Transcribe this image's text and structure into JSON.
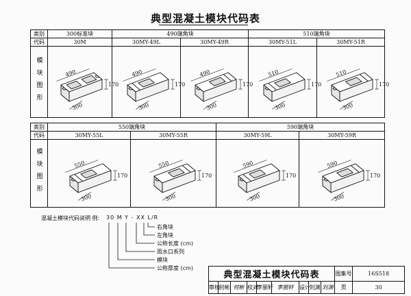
{
  "page_title": "典型混凝土模块代码表",
  "row_labels": {
    "category": "类别",
    "code": "代码",
    "figure": "模块图形"
  },
  "table1": {
    "groups": [
      "300标准块",
      "490端角块",
      "510端角块"
    ],
    "codes": [
      "30M",
      "30MY-49L",
      "30MY-49R",
      "30MY-51L",
      "30MY-51R"
    ],
    "figures": [
      {
        "len": "490",
        "wid": "300",
        "h": "170"
      },
      {
        "len": "490",
        "wid": "300",
        "h": "170"
      },
      {
        "len": "490",
        "wid": "300",
        "h": "170"
      },
      {
        "len": "510",
        "wid": "300",
        "h": "170"
      },
      {
        "len": "510",
        "wid": "300",
        "h": "170"
      }
    ]
  },
  "table2": {
    "groups": [
      "550端角块",
      "590端角块"
    ],
    "codes": [
      "30MY-55L",
      "30MY-55R",
      "30MY-59L",
      "30MY-59R"
    ],
    "figures": [
      {
        "len": "550",
        "wid": "300",
        "h": "170"
      },
      {
        "len": "550",
        "wid": "300",
        "h": "170"
      },
      {
        "len": "590",
        "wid": "300",
        "h": "170"
      },
      {
        "len": "590",
        "wid": "300",
        "h": "170"
      }
    ]
  },
  "legend": {
    "lead": "混凝土模块代码说明 例:",
    "example": "30 M Y - XX L/R",
    "items": [
      "右角块",
      "左角块",
      "公称长度 (cm)",
      "雨水口系列",
      "模块",
      "公称厚度 (cm)"
    ]
  },
  "title_block": {
    "title": "典型混凝土模块代码表",
    "atlas_label": "图集号",
    "atlas_no": "16S518",
    "review_label": "审核",
    "reviewer": "何彬",
    "reviewer_sig": "何彬",
    "check_label": "校对",
    "checker": "李丽轩",
    "checker_sig": "李丽轩",
    "design_label": "设计",
    "designer": "刘渊",
    "designer_sig": "刘渊",
    "page_label": "页",
    "page_no": "30"
  }
}
